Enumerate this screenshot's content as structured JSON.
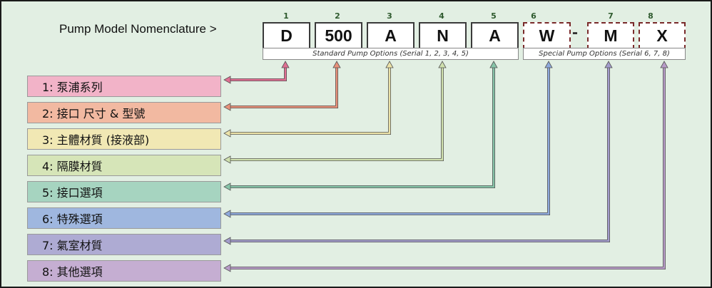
{
  "title": "Pump Model Nomenclature >",
  "positions": [
    {
      "num": "1",
      "code": "D",
      "label": "1: 泵浦系列",
      "color": "#f2b3c8",
      "line": "#e06f92"
    },
    {
      "num": "2",
      "code": "500",
      "label": "2: 接口 尺寸 & 型號",
      "color": "#f2b9a1",
      "line": "#e8917a"
    },
    {
      "num": "3",
      "code": "A",
      "label": "3: 主體材質 (接液部)",
      "color": "#f1e8b4",
      "line": "#ece3a8"
    },
    {
      "num": "4",
      "code": "N",
      "label": "4: 隔膜材質",
      "color": "#d6e5b8",
      "line": "#cfe0ad"
    },
    {
      "num": "5",
      "code": "A",
      "label": "5: 接口選項",
      "color": "#a6d4c0",
      "line": "#86c4a8"
    },
    {
      "num": "6",
      "code": "W",
      "label": "6: 特殊選項",
      "color": "#9fb7df",
      "line": "#8ea9dc"
    },
    {
      "num": "7",
      "code": "M",
      "label": "7: 氣室材質",
      "color": "#aeabd3",
      "line": "#a29ccc"
    },
    {
      "num": "8",
      "code": "X",
      "label": "8: 其他選項",
      "color": "#c5aed2",
      "line": "#b89cc8"
    }
  ],
  "separator": "-",
  "groups": {
    "standard": "Standard Pump Options (Serial 1, 2, 3, 4, 5)",
    "special": "Special Pump Options (Serial 6, 7, 8)"
  }
}
